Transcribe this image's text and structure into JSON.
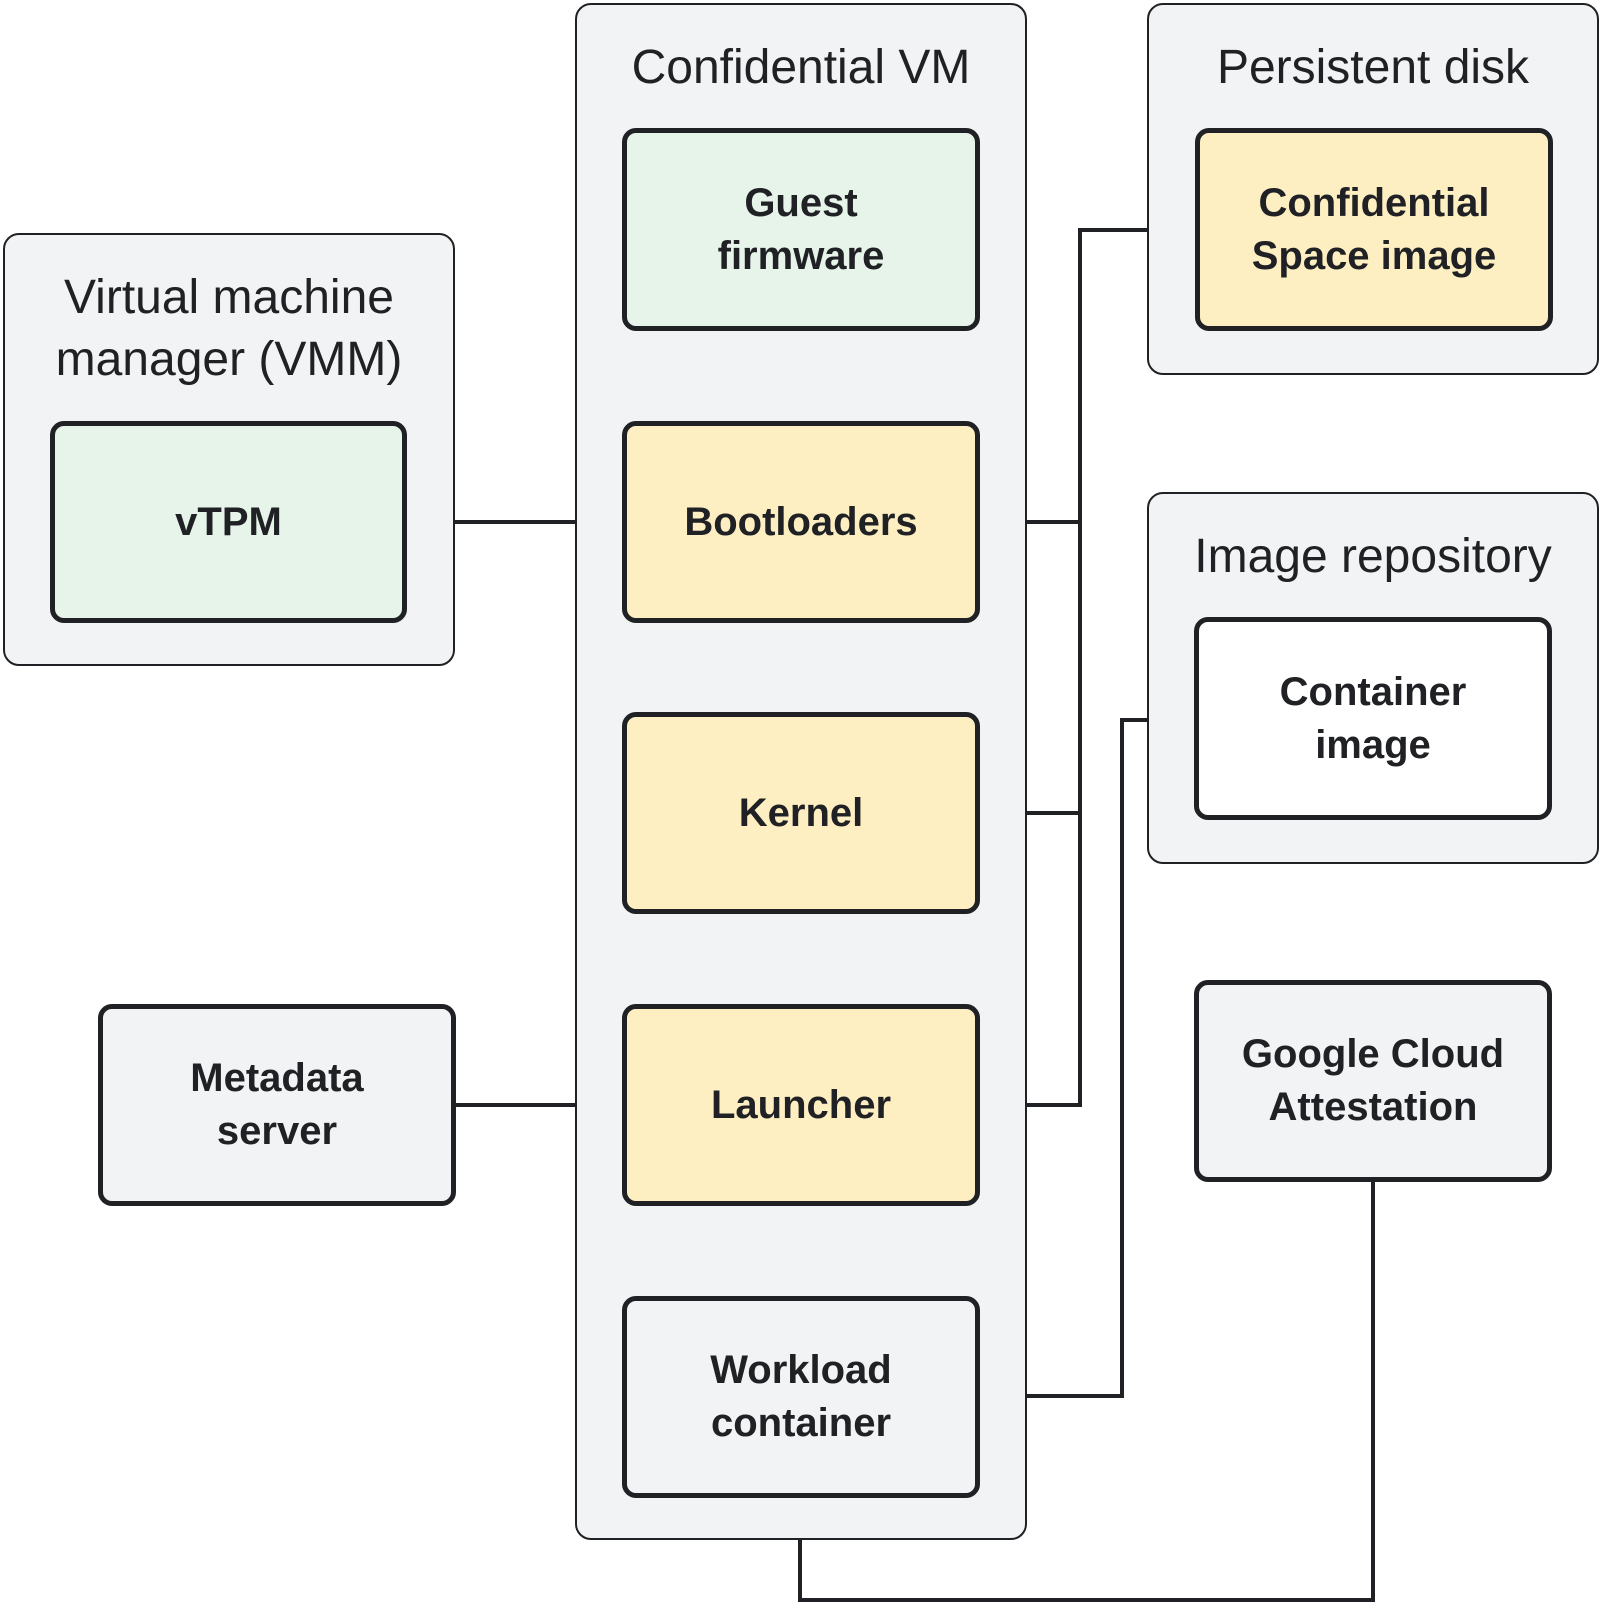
{
  "groups": {
    "vmm": {
      "title": "Virtual machine\nmanager (VMM)"
    },
    "confidential_vm": {
      "title": "Confidential VM"
    },
    "persistent_disk": {
      "title": "Persistent disk"
    },
    "image_repository": {
      "title": "Image repository"
    }
  },
  "nodes": {
    "vtpm": "vTPM",
    "guest_firmware": "Guest\nfirmware",
    "bootloaders": "Bootloaders",
    "kernel": "Kernel",
    "launcher": "Launcher",
    "workload_container": "Workload\ncontainer",
    "metadata_server": "Metadata\nserver",
    "confidential_space_image": "Confidential\nSpace image",
    "container_image": "Container\nimage",
    "google_cloud_attestation": "Google Cloud\nAttestation"
  },
  "colors": {
    "outline": "#202124",
    "group_fill": "#f1f3f4",
    "green_fill": "#e6f4ea",
    "yellow_fill": "#feefc3",
    "white_fill": "#ffffff"
  }
}
